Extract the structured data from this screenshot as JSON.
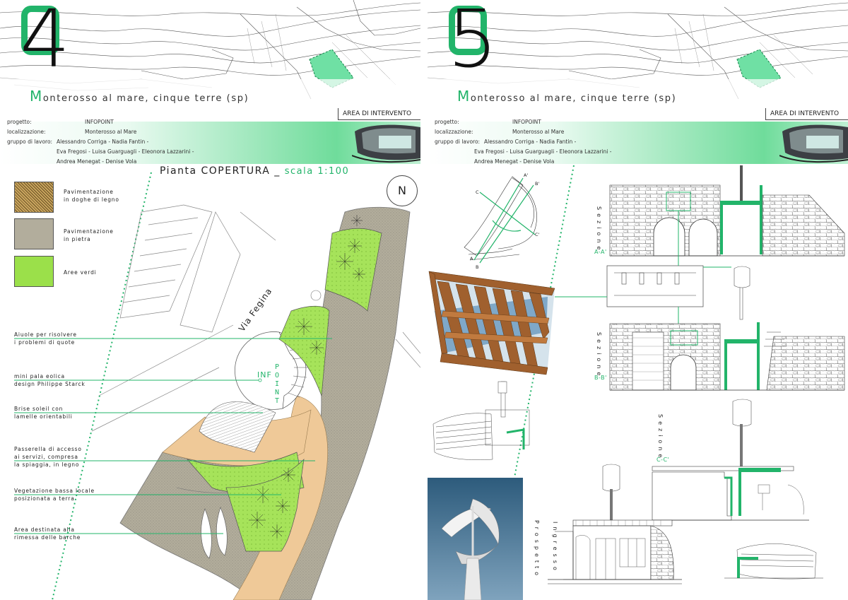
{
  "boards": [
    {
      "number": "4",
      "title_initial": "M",
      "title_rest": "onterosso al mare, cinque terre (sp)",
      "area_tag": "AREA DI INTERVENTO",
      "project": {
        "label_progetto": "progetto:",
        "progetto": "INFOPOINT",
        "label_localizzazione": "localizzazione:",
        "localizzazione": "Monterosso al Mare",
        "label_gruppo": "gruppo di lavoro:",
        "gruppo_line1": "Alessandro Corriga - Nadia Fantin -",
        "gruppo_line2": "Eva Fregosi - Luisa Guarguagli - Eleonora Lazzarini -",
        "gruppo_line3": "Andrea Menegat - Denise Vola"
      },
      "plan_title": "Pianta COPERTURA _",
      "plan_scale": "scala 1:100",
      "north_label": "N",
      "street_label": "Via Fegina",
      "infopoint_label_h": "INF",
      "infopoint_label_v": "POINT",
      "legend": [
        {
          "line1": "Pavimentazione",
          "line2": "in doghe di legno",
          "color": "#c9a55e"
        },
        {
          "line1": "Pavimentazione",
          "line2": "in pietra",
          "color": "#b2ad9c"
        },
        {
          "line1": "Aree verdi",
          "line2": "",
          "color": "#9be04a"
        }
      ],
      "notes": [
        {
          "line1": "Aiuole per risolvere",
          "line2": "i problemi di quote"
        },
        {
          "line1": "mini pala eolica",
          "line2": "design Philippe Starck"
        },
        {
          "line1": "Brise soleil con",
          "line2": "lamelle orientabili"
        },
        {
          "line1": "Passerella di accesso",
          "line2": "ai servizi, compresa",
          "line3": "la spiaggia, in legno"
        },
        {
          "line1": "Vegetazione bassa locale",
          "line2": "posizionata a terra"
        },
        {
          "line1": "Area destinata alla",
          "line2": "rimessa delle barche"
        }
      ]
    },
    {
      "number": "5",
      "title_initial": "M",
      "title_rest": "onterosso al mare, cinque terre (sp)",
      "area_tag": "AREA DI INTERVENTO",
      "project": {
        "label_progetto": "progetto:",
        "progetto": "INFOPOINT",
        "label_localizzazione": "localizzazione:",
        "localizzazione": "Monterosso al Mare",
        "label_gruppo": "gruppo di lavoro:",
        "gruppo_line1": "Alessandro Corriga - Nadia Fantin -",
        "gruppo_line2": "Eva Fregosi - Luisa Guarguagli - Eleonora Lazzarini -",
        "gruppo_line3": "Andrea Menegat - Denise Vola"
      },
      "sections": [
        {
          "title": "Sezione",
          "sub": "A-A'"
        },
        {
          "title": "Sezione",
          "sub": "B-B'"
        },
        {
          "title": "Sezione",
          "sub": "C-C'"
        }
      ],
      "prospetto_title": "Prospetto",
      "prospetto_sub": "Ingresso",
      "key_labels": [
        "A",
        "A'",
        "B",
        "B'",
        "C",
        "C'"
      ]
    }
  ],
  "colors": {
    "accent": "#22b46a",
    "green_area": "#9be04a",
    "wood": "#e8c79a",
    "stone": "#b2ad9c"
  }
}
